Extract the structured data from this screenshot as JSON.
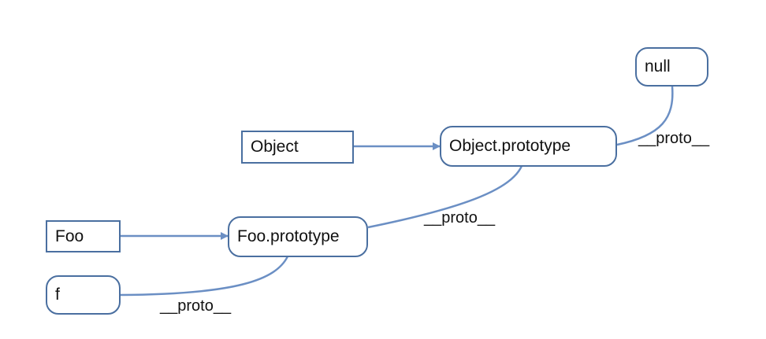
{
  "title": "",
  "nodes": {
    "null": "null",
    "object": "Object",
    "object_prototype": "Object.prototype",
    "foo": "Foo",
    "foo_prototype": "Foo.prototype",
    "f": "f"
  },
  "labels": {
    "proto_top": "__proto__",
    "proto_middle": "__proto__",
    "proto_bottom": "__proto__"
  },
  "colors": {
    "edge": "#6b8fc4",
    "node_border": "#4a6fa0"
  }
}
